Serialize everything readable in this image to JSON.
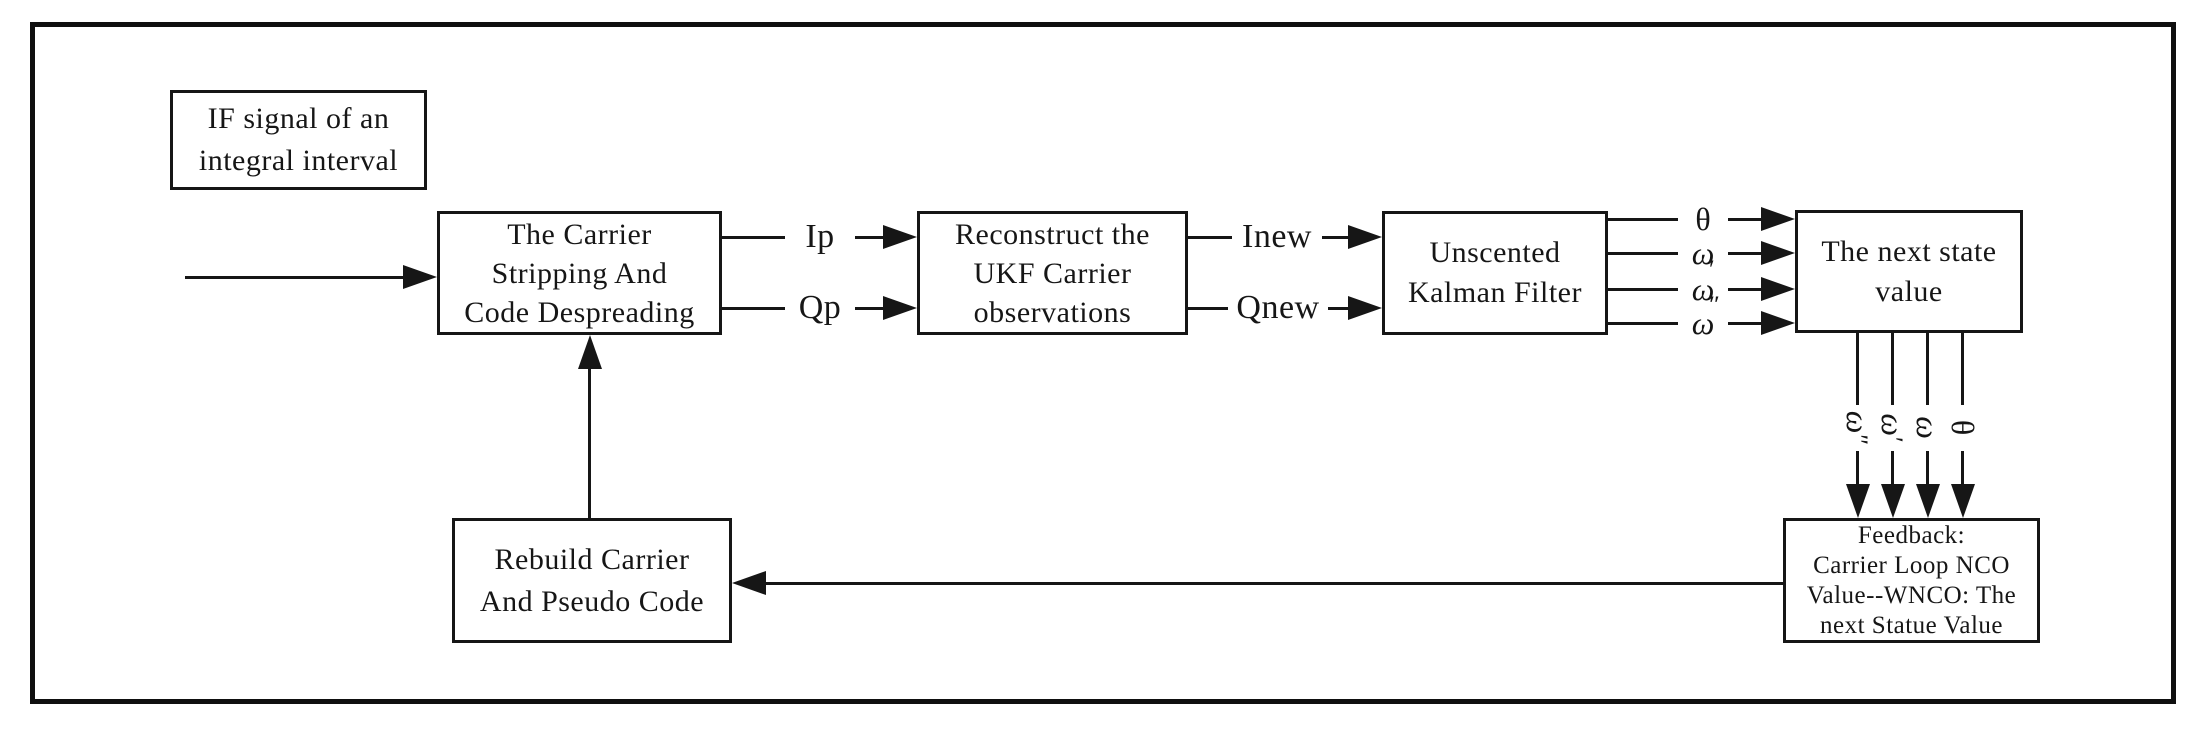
{
  "figure": {
    "background": "#ffffff",
    "ink_color": "#161616",
    "boxes": {
      "if_signal": {
        "lines": [
          "IF signal of an",
          "integral interval"
        ]
      },
      "carrier_stripping": {
        "lines": [
          "The Carrier",
          "Stripping And",
          "Code Despreading"
        ]
      },
      "reconstruct": {
        "lines": [
          "Reconstruct the",
          "UKF Carrier",
          "observations"
        ]
      },
      "ukf": {
        "lines": [
          "Unscented",
          "Kalman Filter"
        ]
      },
      "next_state": {
        "lines": [
          "The next state",
          "value"
        ]
      },
      "rebuild": {
        "lines": [
          "Rebuild Carrier",
          "And Pseudo Code"
        ]
      },
      "feedback": {
        "lines": [
          "Feedback:",
          "Carrier Loop NCO",
          "Value--WNCO: The",
          "next Statue Value"
        ]
      }
    },
    "signal_labels": {
      "ip": "Ip",
      "qp": "Qp",
      "inew": "Inew",
      "qnew": "Qnew"
    },
    "ukf_outputs": [
      {
        "glyph": "θ",
        "mark": ""
      },
      {
        "glyph": "ω",
        "mark": "′"
      },
      {
        "glyph": "ω",
        "mark": "″"
      },
      {
        "glyph": "ω",
        "mark": ""
      }
    ],
    "feedback_inputs": [
      {
        "glyph": "ω",
        "mark": "″"
      },
      {
        "glyph": "ω",
        "mark": "′"
      },
      {
        "glyph": "ω",
        "mark": ""
      },
      {
        "glyph": "θ",
        "mark": ""
      }
    ]
  }
}
